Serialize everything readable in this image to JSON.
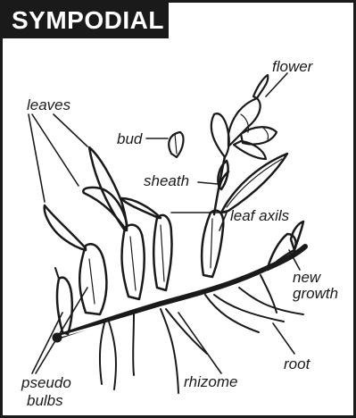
{
  "title": "SYMPODIAL",
  "labels": {
    "flower": "flower",
    "leaves": "leaves",
    "bud": "bud",
    "sheath": "sheath",
    "leaf_axils": "leaf axils",
    "new": "new",
    "growth": "growth",
    "root": "root",
    "rhizome": "rhizome",
    "pseudo": "pseudo",
    "bulbs": "bulbs"
  },
  "colors": {
    "ink": "#1a1a1a",
    "paper": "#ffffff"
  }
}
